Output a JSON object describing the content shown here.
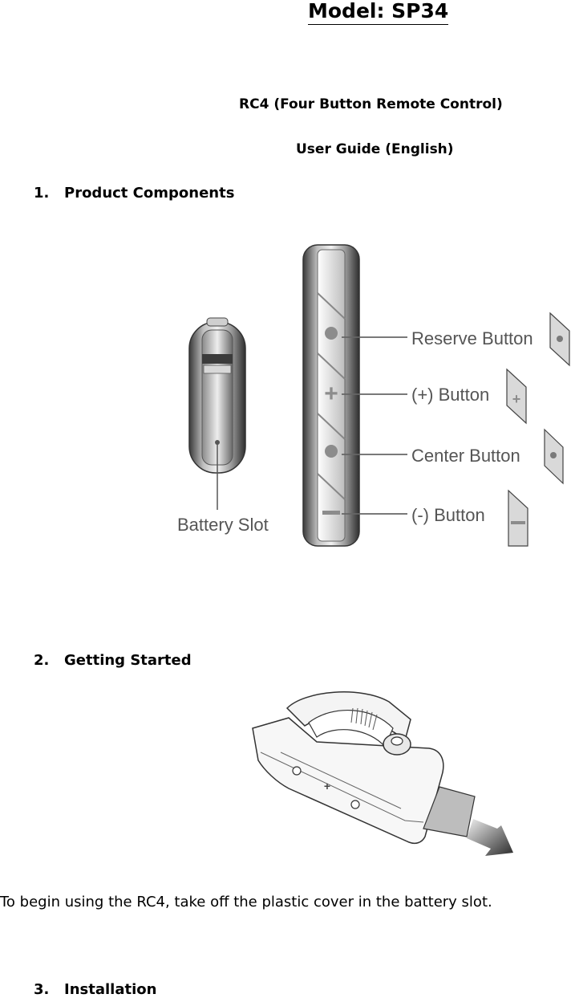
{
  "header": {
    "model": "Model: SP34",
    "product_title": "RC4 (Four Button Remote Control)",
    "guide_title": "User Guide (English)"
  },
  "sections": [
    {
      "number": "1.",
      "title": "Product Components"
    },
    {
      "number": "2.",
      "title": "Getting Started"
    },
    {
      "number": "3.",
      "title": "Installation"
    }
  ],
  "components_figure": {
    "battery_slot_label": "Battery Slot",
    "callouts": [
      "Reserve Button",
      "(+) Button",
      "Center Button",
      "(-) Button"
    ]
  },
  "getting_started_text": "To begin using the RC4, take off the plastic cover in the battery slot."
}
